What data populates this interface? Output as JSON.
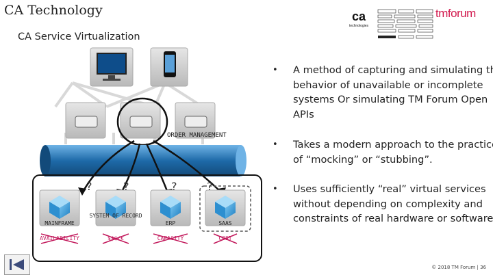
{
  "header": {
    "title": "CA Technology",
    "subtitle": "CA Service Virtualization"
  },
  "logos": {
    "ca_main": "ca",
    "ca_sub": "technologies",
    "tm_prefix": "tm",
    "tm_suffix": "forum"
  },
  "diagram": {
    "order_label": "ORDER MANAGEMENT",
    "systems": [
      {
        "label": "MAINFRAME",
        "constraint": "AVAILABILITY"
      },
      {
        "label": "SYSTEM OF RECORD",
        "constraint": "$$$/€"
      },
      {
        "label": "ERP",
        "constraint": "CAPACITY"
      },
      {
        "label": "SAAS",
        "constraint": "COST"
      }
    ],
    "question_mark": "?"
  },
  "bullets": [
    "A method of capturing and simulating the behavior of unavailable or incomplete systems Or simulating TM Forum Open APIs",
    "Takes a modern approach to the practice of “mocking” or “stubbing”.",
    "Uses sufficiently “real” virtual services without depending on complexity and constraints of real hardware or software."
  ],
  "bullet_symbol": "•",
  "footer": "© 2018 TM Forum | 36",
  "colors": {
    "brand_tm": "#d21a4e",
    "pipe_blue": "#1e6aa8",
    "cube_blue": "#3aa0e0",
    "cross_red": "#c2185b"
  },
  "icons": {
    "nav": "rewind-icon",
    "monitor": "monitor-icon",
    "phone": "phone-icon"
  }
}
